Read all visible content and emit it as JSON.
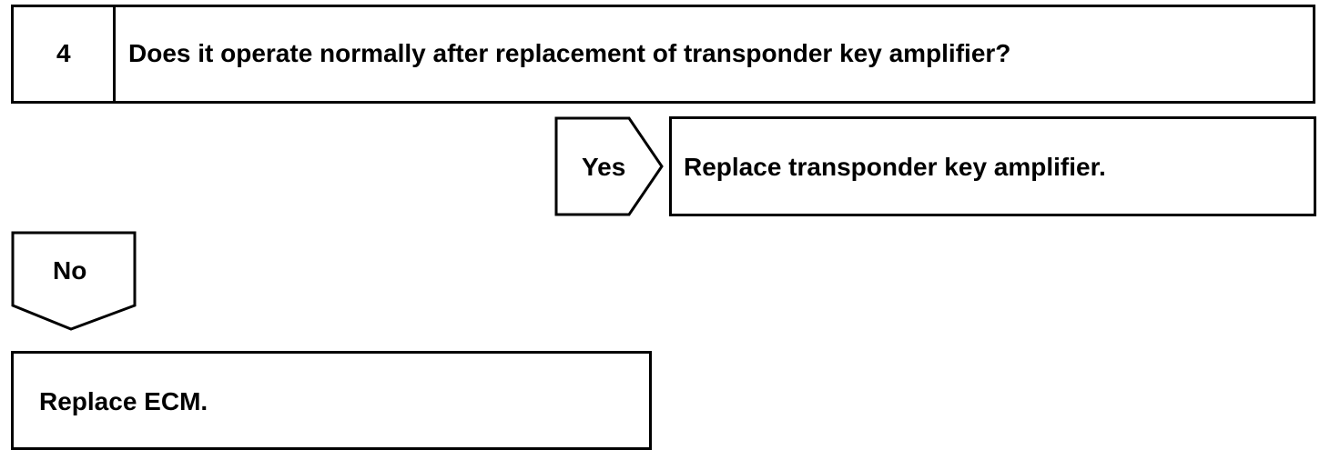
{
  "step": {
    "number": "4",
    "question": "Does it operate normally after replacement of transponder key amplifier?"
  },
  "yes_branch": {
    "label": "Yes",
    "action": "Replace transponder key amplifier."
  },
  "no_branch": {
    "label": "No",
    "action": "Replace ECM."
  }
}
